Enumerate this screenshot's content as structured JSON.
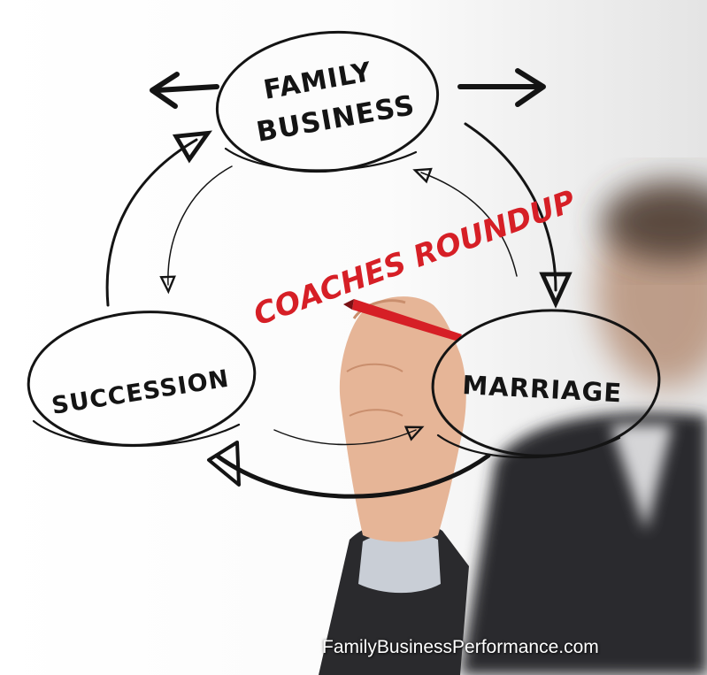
{
  "diagram": {
    "nodes": [
      {
        "id": "family-business",
        "lines": [
          "FAMILY",
          "BUSINESS"
        ]
      },
      {
        "id": "succession",
        "lines": [
          "SUCCESSION"
        ]
      },
      {
        "id": "marriage",
        "lines": [
          "MARRIAGE"
        ]
      }
    ],
    "center_label": "COACHES ROUNDUP",
    "center_label_color": "#d61f26",
    "ink_color": "#141414"
  },
  "watermark": {
    "text": "FamilyBusinessPerformance.com"
  }
}
